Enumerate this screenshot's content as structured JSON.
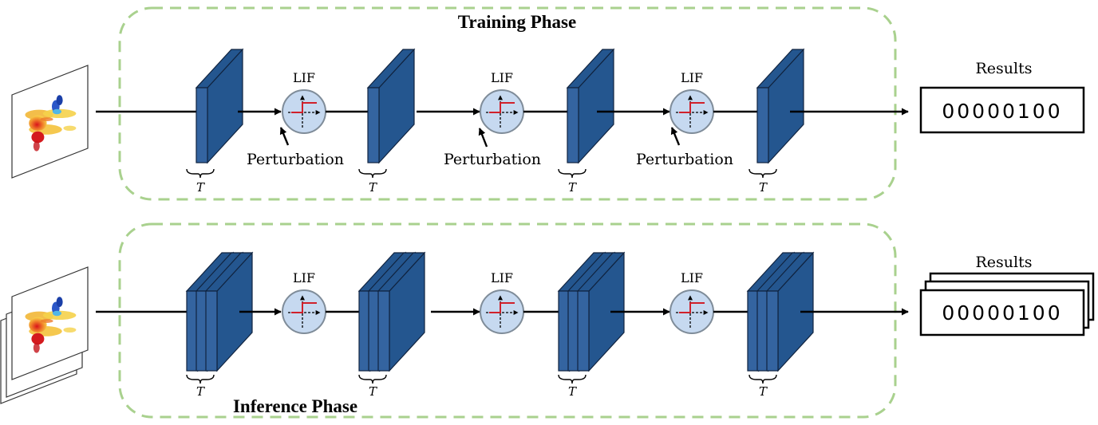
{
  "training": {
    "title": "Training Phase",
    "lif_label": "LIF",
    "perturbation_label": "Perturbation",
    "timestep_label": "T",
    "results_label": "Results",
    "results_value": "00000100"
  },
  "inference": {
    "title": "Inference Phase",
    "lif_label": "LIF",
    "timestep_label": "T",
    "results_label": "Results",
    "results_value": "00000100"
  },
  "colors": {
    "block_front": "#3464a0",
    "block_side": "#24568f",
    "block_edge": "#10233f",
    "lif_fill": "#c6d9f0",
    "lif_edge": "#7f8c99",
    "lif_signal": "#d0202a",
    "dashed_border": "#a9d18e"
  }
}
